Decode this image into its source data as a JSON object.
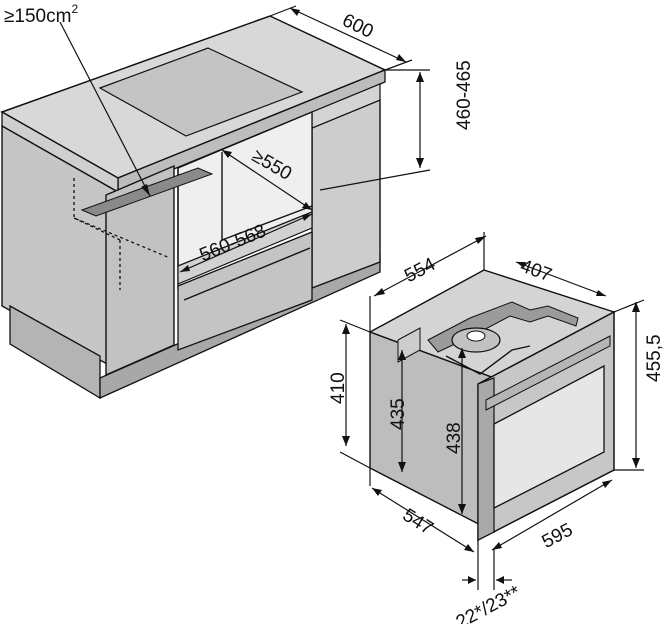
{
  "labels": {
    "vent_area": "≥150cm",
    "vent_area_sup": "2",
    "cabinet_depth": "600",
    "worktop_height": "460-465",
    "niche_depth": "≥550",
    "niche_width": "560-568",
    "oven_width_top": "554",
    "oven_depth_top": "407",
    "oven_height_front": "455,5",
    "oven_height_side": "410",
    "oven_inner_435": "435",
    "oven_inner_438": "438",
    "oven_depth_bottom": "547",
    "oven_width_bottom": "595",
    "front_thickness": "22*/23**"
  },
  "colors": {
    "cabinet": "#c9c9c9",
    "cabinet_light": "#dcdcdc",
    "worktop": "#d6d6d6",
    "oven": "#bdbdbd",
    "glass": "#e8e8e8",
    "line": "#111111"
  }
}
